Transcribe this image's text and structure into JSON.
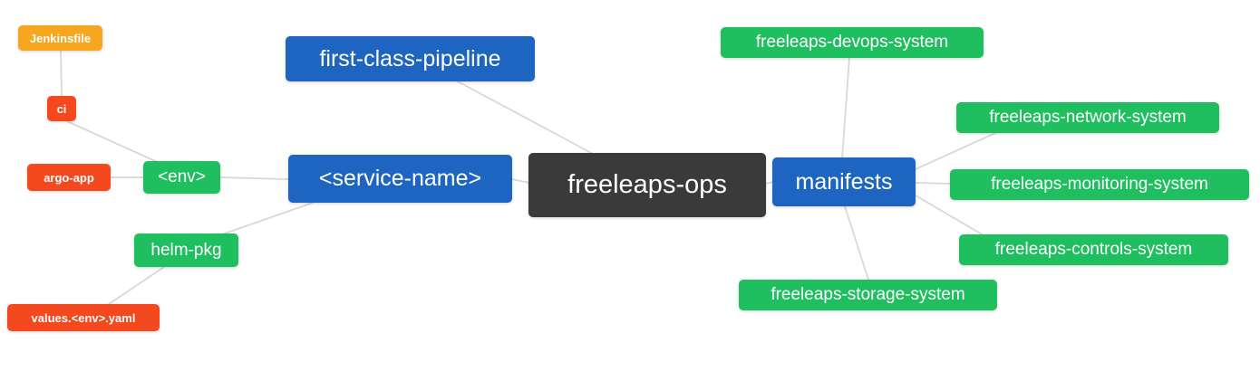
{
  "palette": {
    "dark": "#3a3a3a",
    "blue": "#1d65c1",
    "green": "#1fbe5f",
    "red": "#f4491f",
    "orange": "#f6a61f",
    "edge": "#d8d8d8"
  },
  "nodes": {
    "freeleaps_ops": {
      "label": "freeleaps-ops",
      "color": "dark"
    },
    "first_class_pipeline": {
      "label": "first-class-pipeline",
      "color": "blue"
    },
    "service_name": {
      "label": "<service-name>",
      "color": "blue"
    },
    "manifests": {
      "label": "manifests",
      "color": "blue"
    },
    "env": {
      "label": "<env>",
      "color": "green"
    },
    "helm_pkg": {
      "label": "helm-pkg",
      "color": "green"
    },
    "ci": {
      "label": "ci",
      "color": "red"
    },
    "argo_app": {
      "label": "argo-app",
      "color": "red"
    },
    "values_env_yaml": {
      "label": "values.<env>.yaml",
      "color": "red"
    },
    "jenkinsfile": {
      "label": "Jenkinsfile",
      "color": "orange"
    },
    "devops": {
      "label": "freeleaps-devops-system",
      "color": "green"
    },
    "network": {
      "label": "freeleaps-network-system",
      "color": "green"
    },
    "monitoring": {
      "label": "freeleaps-monitoring-system",
      "color": "green"
    },
    "controls": {
      "label": "freeleaps-controls-system",
      "color": "green"
    },
    "storage": {
      "label": "freeleaps-storage-system",
      "color": "green"
    }
  },
  "edges": [
    {
      "from": "jenkinsfile",
      "to": "ci"
    },
    {
      "from": "ci",
      "to": "env"
    },
    {
      "from": "argo_app",
      "to": "env"
    },
    {
      "from": "env",
      "to": "service_name"
    },
    {
      "from": "helm_pkg",
      "to": "service_name"
    },
    {
      "from": "values_env_yaml",
      "to": "helm_pkg"
    },
    {
      "from": "first_class_pipeline",
      "to": "freeleaps_ops"
    },
    {
      "from": "service_name",
      "to": "freeleaps_ops"
    },
    {
      "from": "freeleaps_ops",
      "to": "manifests"
    },
    {
      "from": "manifests",
      "to": "devops"
    },
    {
      "from": "manifests",
      "to": "network"
    },
    {
      "from": "manifests",
      "to": "monitoring"
    },
    {
      "from": "manifests",
      "to": "controls"
    },
    {
      "from": "manifests",
      "to": "storage"
    }
  ]
}
